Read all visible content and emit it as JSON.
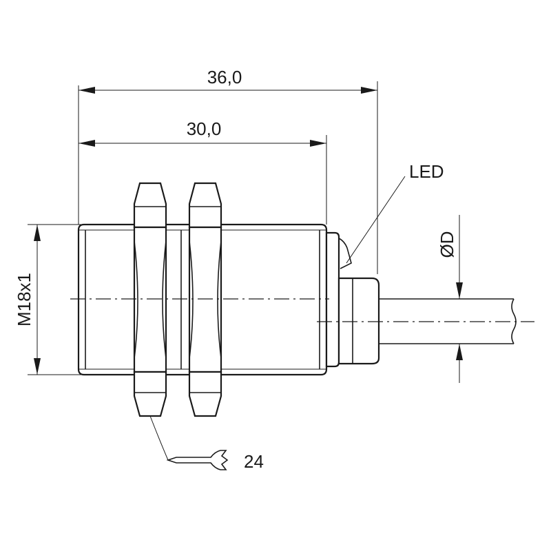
{
  "drawing": {
    "dim_overall_length": "36,0",
    "dim_body_length": "30,0",
    "thread_label": "M18x1",
    "cable_diameter_label": "ØD",
    "led_label": "LED",
    "wrench_size_label": "24"
  }
}
